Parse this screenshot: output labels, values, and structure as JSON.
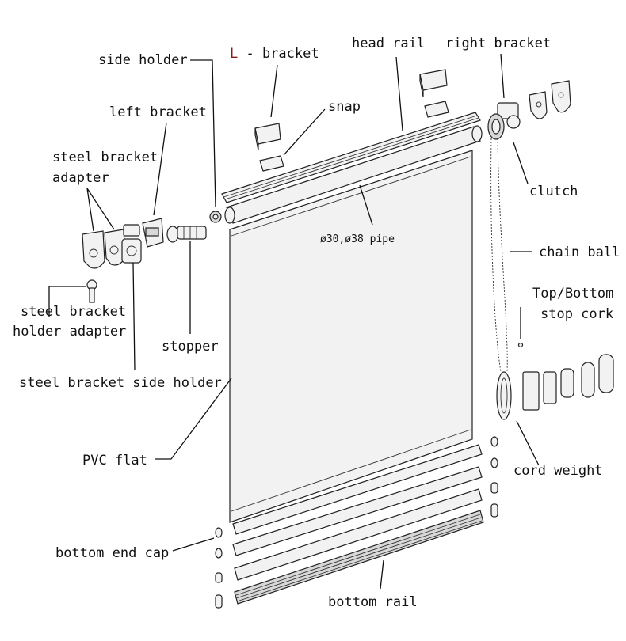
{
  "labels": {
    "side_holder": "side holder",
    "l_bracket_l": "L",
    "l_bracket_rest": " - bracket",
    "head_rail": "head rail",
    "right_bracket": "right bracket",
    "snap": "snap",
    "left_bracket": "left bracket",
    "steel_bracket_adapter_1": "steel bracket",
    "steel_bracket_adapter_2": "adapter",
    "clutch": "clutch",
    "pipe": "ø30,ø38 pipe",
    "chain_ball": "chain ball",
    "top_bottom_1": "Top/Bottom",
    "top_bottom_2": "stop cork",
    "steel_holder_adapter_1": "steel bracket",
    "steel_holder_adapter_2": "holder adapter",
    "stopper": "stopper",
    "steel_side_holder": "steel bracket side holder",
    "pvc_flat": "PVC flat",
    "cord_weight": "cord weight",
    "bottom_end_cap": "bottom end cap",
    "bottom_rail": "bottom rail"
  },
  "colors": {
    "line": "#111111",
    "l_accent": "#8b1a1a"
  }
}
